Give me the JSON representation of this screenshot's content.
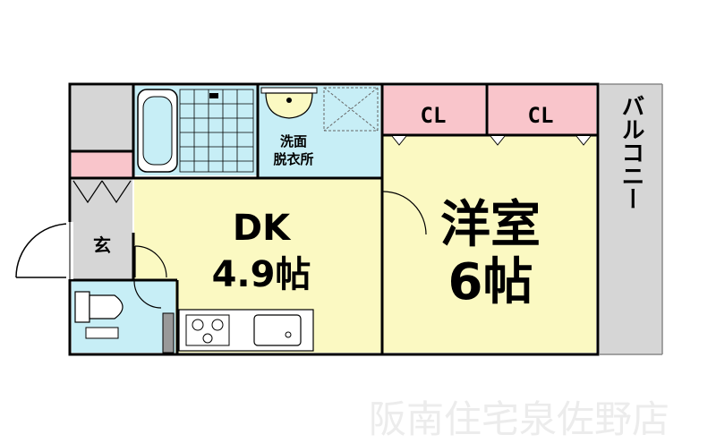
{
  "rooms": {
    "dk": {
      "name": "DK",
      "size": "4.9帖",
      "color": "#fbf9c2"
    },
    "western": {
      "name": "洋室",
      "size": "6帖",
      "color": "#fbf9c2"
    },
    "washroom": {
      "label_line1": "洗面",
      "label_line2": "脱衣所",
      "color": "#c7eef6"
    },
    "entrance": {
      "label": "玄"
    },
    "closet_left": {
      "label": "CL"
    },
    "closet_right": {
      "label": "CL"
    },
    "balcony": {
      "label": "バルコニー"
    }
  },
  "colors": {
    "wall": "#000000",
    "closet": "#f9c5cb",
    "gray_area": "#d6d6d6",
    "bath": "#c7eef6",
    "toilet": "#c7eef6"
  },
  "watermark": {
    "text": "阪南住宅泉佐野店"
  }
}
